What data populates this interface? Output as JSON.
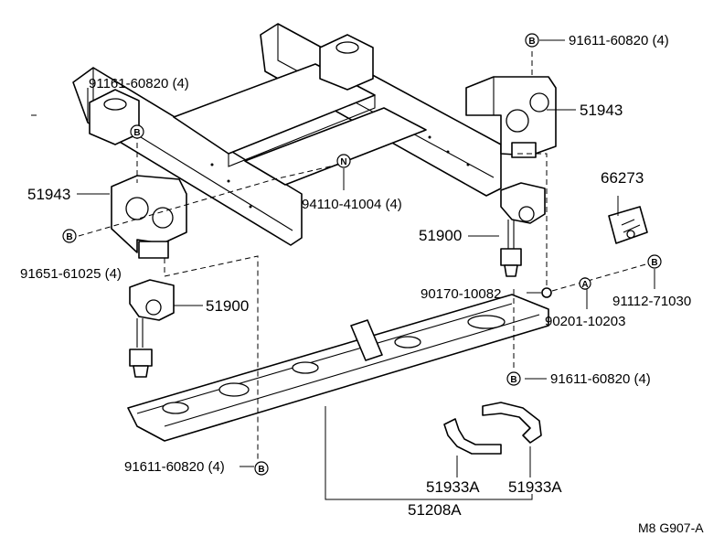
{
  "labels": {
    "bolt_top_left": "91161-60820 (4)",
    "bolt_top_right": "91611-60820 (4)",
    "bracket_right": "51943",
    "bracket_left": "51943",
    "pin_center": "94110-41004 (4)",
    "bolt_left": "91651-61025 (4)",
    "holder_right": "51900",
    "holder_left": "51900",
    "cover": "66273",
    "nut_small": "90170-10082",
    "washer": "90201-10203",
    "screw": "91112-71030",
    "bolt_lower_right": "91611-60820 (4)",
    "bolt_lower_left": "91611-60820 (4)",
    "ring_half_left": "51933A",
    "ring_half_right": "51933A",
    "carrier": "51208A",
    "figure_code": "M8 G907-A"
  },
  "marks": {
    "B": "B",
    "N": "N",
    "A": "A"
  }
}
